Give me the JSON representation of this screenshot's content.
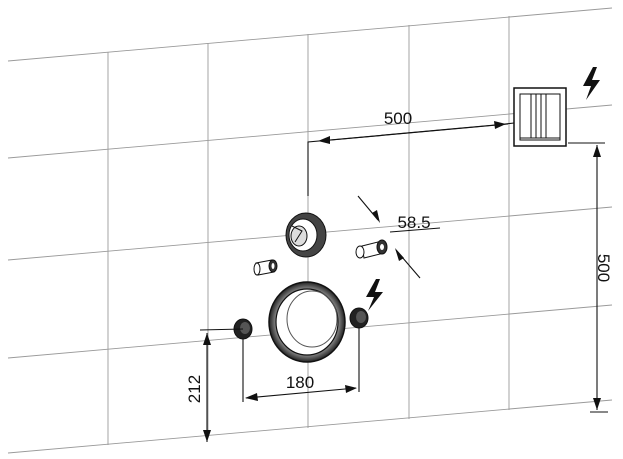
{
  "diagram": {
    "dimensions": {
      "socket_to_flush_distance": "500",
      "socket_height": "500",
      "pipe_diameter": "58.5",
      "fixing_bolt_spacing": "180",
      "fixing_bolt_height": "212"
    },
    "symbols": {
      "electric_symbol": "lightning-bolt"
    }
  }
}
